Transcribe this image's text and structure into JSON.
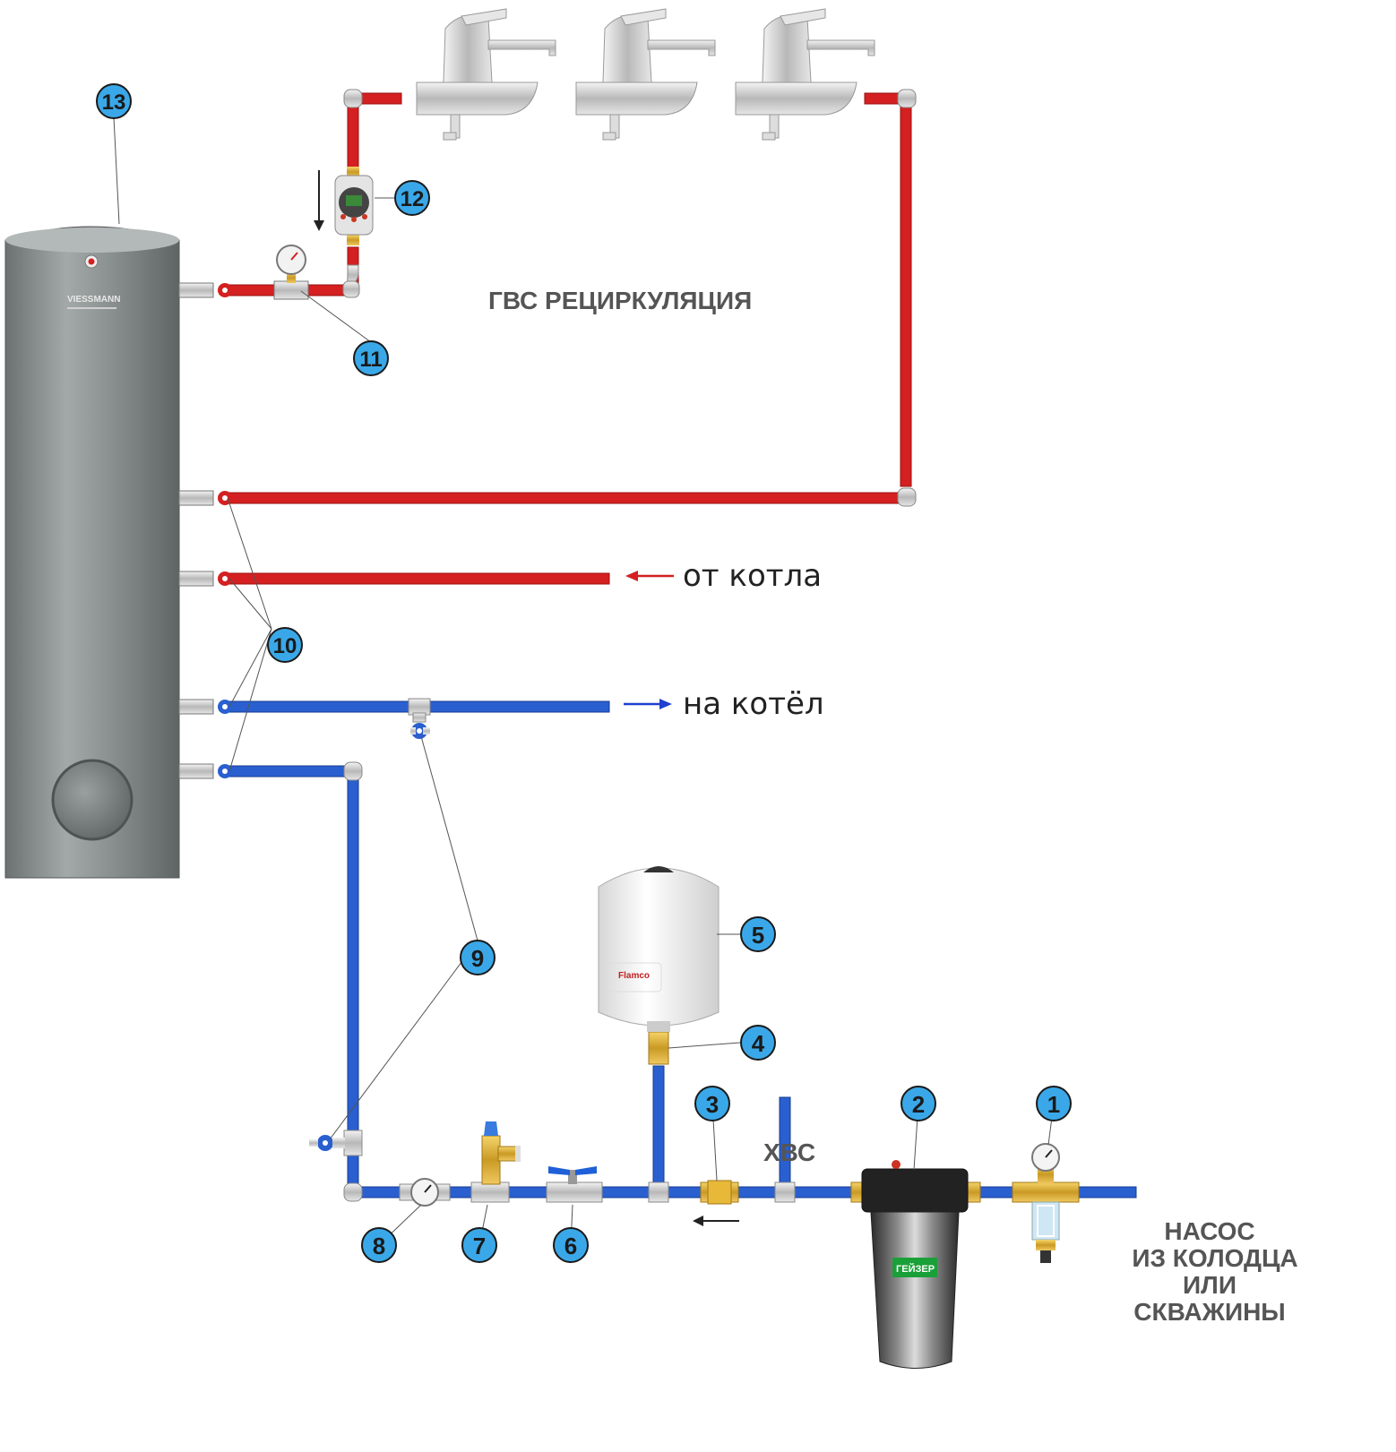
{
  "labels": {
    "recirculation": "ГВС РЕЦИРКУЛЯЦИЯ",
    "from_boiler": "от котла",
    "to_boiler": "на котёл",
    "cold_water": "ХВС",
    "pump_line1": "НАСОС",
    "pump_line2": "ИЗ КОЛОДЦА",
    "pump_line3": "ИЛИ",
    "pump_line4": "СКВАЖИНЫ",
    "tank_brand": "VIESSMANN",
    "expansion_brand": "Flamco",
    "filter_brand": "ГЕЙЗЕР"
  },
  "callouts": [
    "1",
    "2",
    "3",
    "4",
    "5",
    "6",
    "7",
    "8",
    "9",
    "10",
    "11",
    "12",
    "13"
  ],
  "colors": {
    "hot": "#d42020",
    "cold": "#2a5fd0",
    "callout": "#3aa8e8",
    "tank": "#7c8382"
  }
}
